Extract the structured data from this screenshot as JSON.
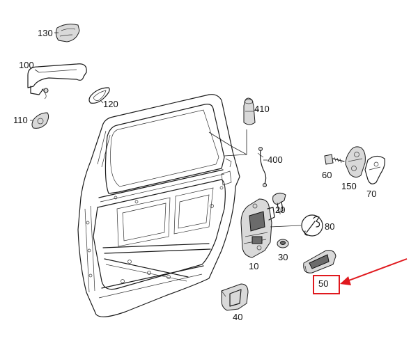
{
  "labels": {
    "l130": "130",
    "l100": "100",
    "l120": "120",
    "l110": "110",
    "l410": "410",
    "l400": "400",
    "l60": "60",
    "l150": "150",
    "l70": "70",
    "l20": "20",
    "l80": "80",
    "l30": "30",
    "l10": "10",
    "l50": "50",
    "l40": "40"
  },
  "colors": {
    "highlight": "#e0191e",
    "line": "#1a1a1a"
  }
}
